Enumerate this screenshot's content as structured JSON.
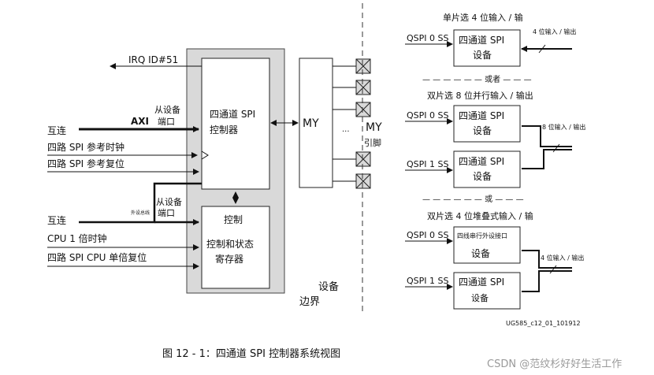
{
  "diagram": {
    "irq_label": "IRQ ID#51",
    "axi_label": "AXI",
    "axi_slave_port_line1": "从设备",
    "axi_slave_port_line2": "端口",
    "interconnect_top": "互连",
    "ref_clock": "四路 SPI 参考时钟",
    "ref_reset": "四路 SPI 参考复位",
    "spi_controller_line1": "四通道 SPI",
    "spi_controller_line2": "控制器",
    "slave_port2_line1": "从设备",
    "slave_port2_line2": "端口",
    "small_slave_label": "外设总线",
    "interconnect_bottom": "互连",
    "cpu_clock": "CPU 1 倍时钟",
    "cpu_reset": "四路 SPI CPU 单倍复位",
    "ctrl_reg_line1": "控制",
    "ctrl_reg_line2": "控制和状态",
    "ctrl_reg_line3": "寄存器",
    "mio_box": "MY",
    "mio_pins_line1": "MY",
    "mio_pins_line2": "引脚",
    "ellipsis": "...",
    "device_boundary_line1": "设备",
    "device_boundary_line2": "边界"
  },
  "right_panel": {
    "sec1_title": "单片选 4 位输入 / 输",
    "sec1_ss0": "QSPI 0 SS",
    "sec1_dev_line1": "四通道 SPI",
    "sec1_dev_line2": "设备",
    "sec1_bus": "4 位输入 / 输出",
    "or1": "— — — — — — 或者 — — —",
    "sec2_title": "双片选 8 位并行输入 / 输出",
    "sec2_ss0": "QSPI 0 SS",
    "sec2_ss1": "QSPI 1 SS",
    "sec2_dev1_line1": "四通道 SPI",
    "sec2_dev1_line2": "设备",
    "sec2_dev2_line1": "四通道 SPI",
    "sec2_dev2_line2": "设备",
    "sec2_bus": "8 位输入 / 输出",
    "or2": "— — — — — — 或 — — —",
    "sec3_title": "双片选 4 位堆叠式输入 / 输",
    "sec3_ss0": "QSPI 0 SS",
    "sec3_ss1": "QSPI 1 SS",
    "sec3_dev1_line1": "四线串行外设接口",
    "sec3_dev1_line2": "设备",
    "sec3_dev2_line1": "四通道 SPI",
    "sec3_dev2_line2": "设备",
    "sec3_bus": "4 位输入 / 输出",
    "figure_id": "UG585_c12_01_101912"
  },
  "caption": "图 12 - 1：四通道 SPI 控制器系统视图",
  "watermark": "CSDN @范纹杉好好生活工作"
}
